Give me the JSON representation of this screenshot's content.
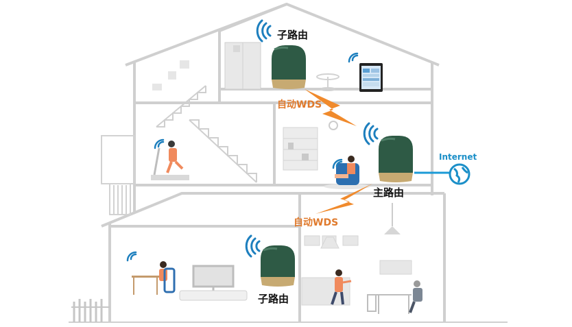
{
  "labels": {
    "router_top": "子路由",
    "router_main": "主路由",
    "router_bottom": "子路由",
    "wds_upper": "自动WDS",
    "wds_lower": "自动WDS",
    "internet": "Internet"
  },
  "colors": {
    "router_body": "#2e5a45",
    "router_base": "#c7aa72",
    "wds_bolt": "#f08a2c",
    "wifi": "#1d7fbe",
    "house_line": "#c9c9c9",
    "internet_line": "#1b9ad6"
  },
  "icons": [
    "wifi-icon",
    "router-icon",
    "globe-icon",
    "tablet-icon",
    "lightning-bolt-icon"
  ]
}
